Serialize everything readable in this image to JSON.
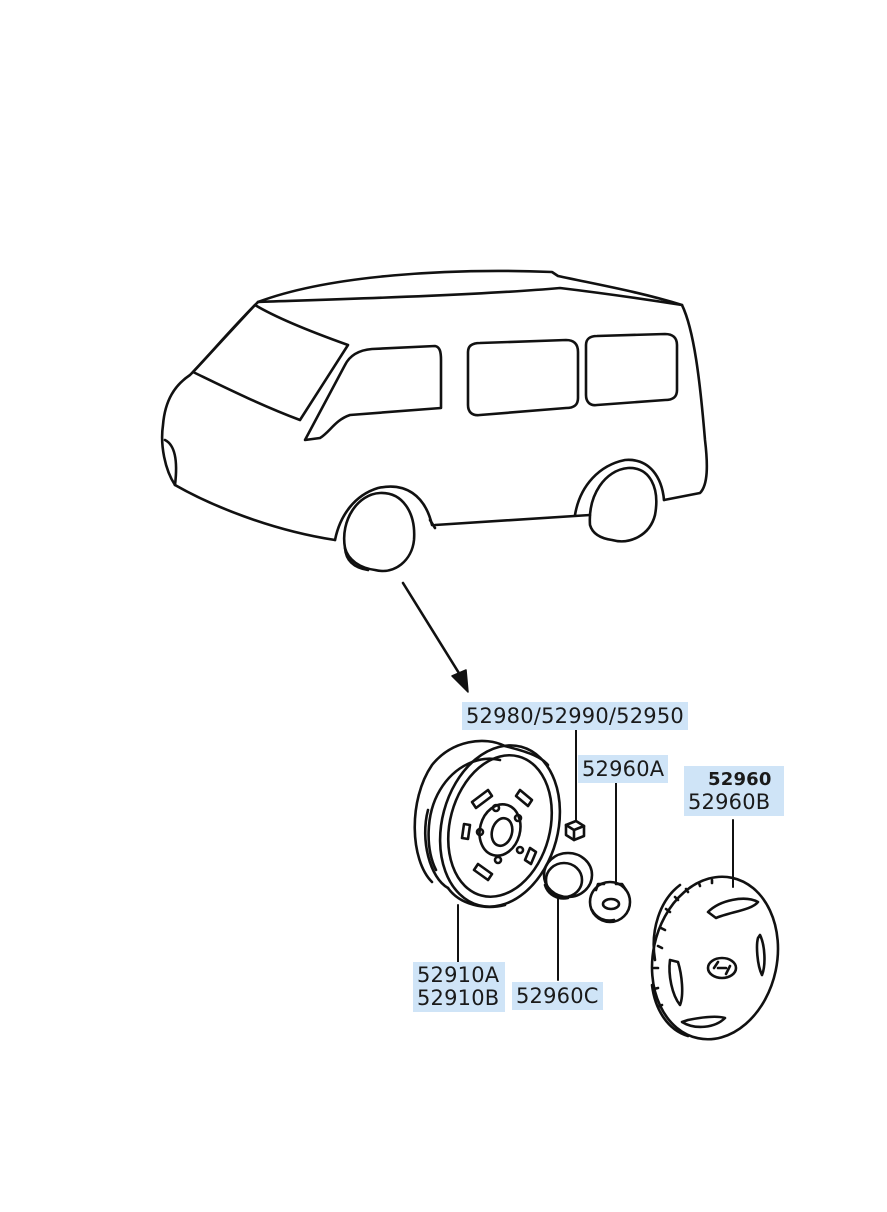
{
  "labels": {
    "nut_bolt": "52980/52990/52950",
    "center_cap_a": "52960A",
    "wheel_cover_main": "52960",
    "wheel_cover_b": "52960B",
    "wheel_a": "52910A",
    "wheel_b": "52910B",
    "hub_cap_c": "52960C"
  }
}
